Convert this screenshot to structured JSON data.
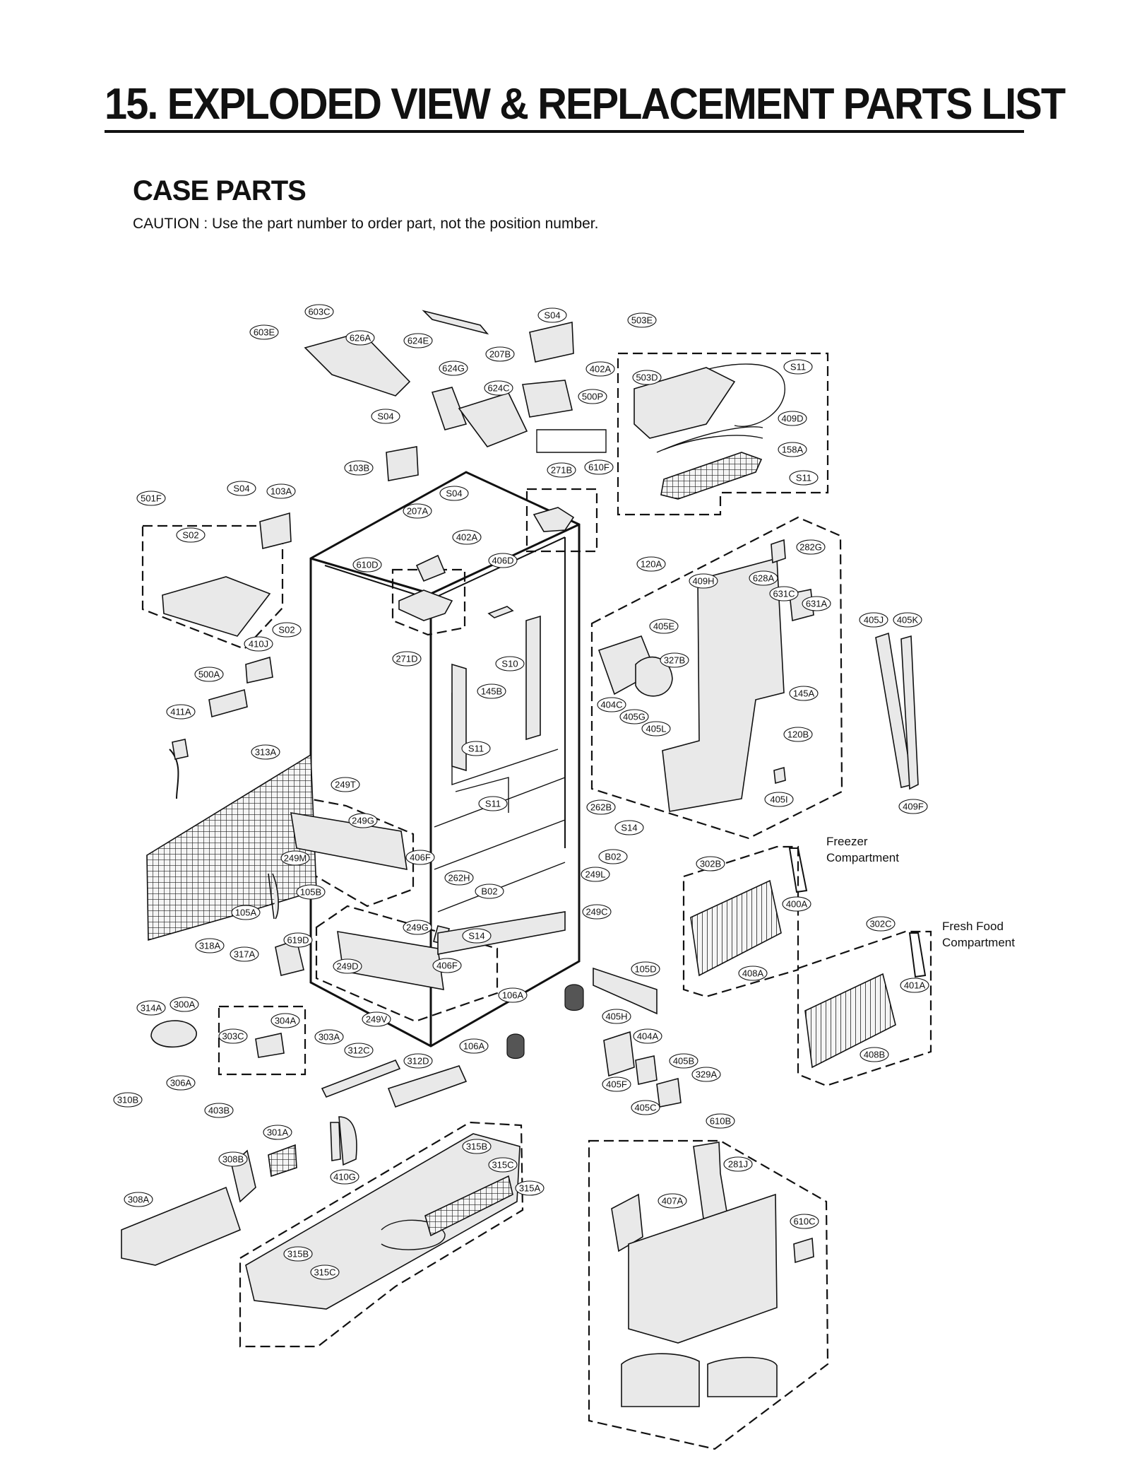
{
  "header": {
    "title": "15. EXPLODED VIEW & REPLACEMENT PARTS LIST",
    "section": "CASE PARTS",
    "caution": "CAUTION : Use the part number to order part, not the position number."
  },
  "notes": [
    {
      "id": "freezer",
      "lines": [
        "Freezer",
        "Compartment"
      ]
    },
    {
      "id": "fresh-food",
      "lines": [
        "Fresh Food",
        "Compartment"
      ]
    }
  ],
  "callouts": [
    "603C",
    "603E",
    "626A",
    "624E",
    "S04",
    "207B",
    "402A",
    "503E",
    "624G",
    "624C",
    "500P",
    "503D",
    "S11",
    "S04",
    "409D",
    "103B",
    "610F",
    "271B",
    "158A",
    "S04",
    "103A",
    "S11",
    "501F",
    "S04",
    "207A",
    "S02",
    "402A",
    "406D",
    "120A",
    "282G",
    "610D",
    "409H",
    "628A",
    "631C",
    "631A",
    "405J",
    "405K",
    "405E",
    "S02",
    "410J",
    "271D",
    "327B",
    "S10",
    "500A",
    "145B",
    "404C",
    "145A",
    "405G",
    "411A",
    "405L",
    "120B",
    "S11",
    "313A",
    "249T",
    "S11",
    "405I",
    "262B",
    "409F",
    "249G",
    "S14",
    "406F",
    "B02",
    "249M",
    "302B",
    "262H",
    "249L",
    "105B",
    "B02",
    "400A",
    "105A",
    "249C",
    "302C",
    "249G",
    "S14",
    "619D",
    "318A",
    "317A",
    "249D",
    "406F",
    "105D",
    "401A",
    "106A",
    "314A",
    "300A",
    "405H",
    "304A",
    "249V",
    "303C",
    "303A",
    "404A",
    "106A",
    "312C",
    "312D",
    "405B",
    "329A",
    "408A",
    "408B",
    "306A",
    "405F",
    "405C",
    "310B",
    "403B",
    "301A",
    "610B",
    "308B",
    "315B",
    "315C",
    "281J",
    "410G",
    "315A",
    "308A",
    "407A",
    "610C",
    "315B",
    "315C"
  ]
}
